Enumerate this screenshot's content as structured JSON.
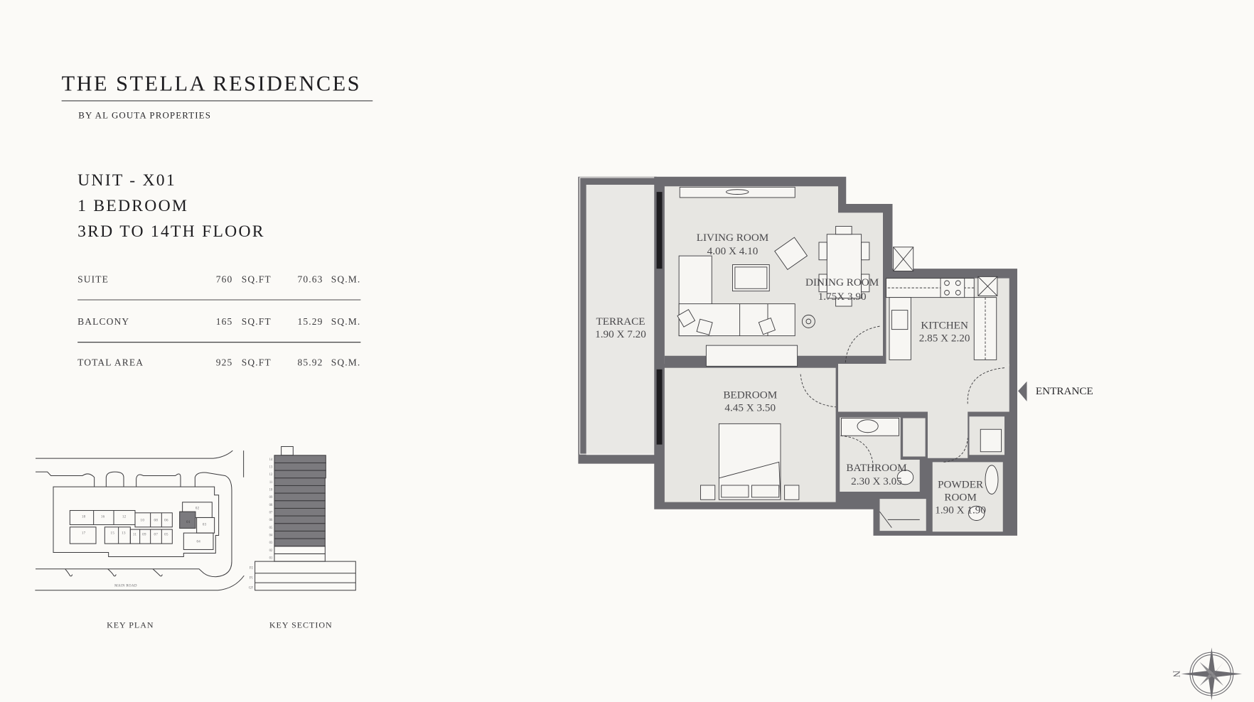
{
  "header": {
    "title": "THE STELLA RESIDENCES",
    "subtitle": "BY AL GOUTA PROPERTIES"
  },
  "unit": {
    "name": "UNIT - X01",
    "type": "1 BEDROOM",
    "floors": "3RD TO 14TH FLOOR"
  },
  "areas": [
    {
      "label": "SUITE",
      "sqft": "760",
      "sqft_unit": "SQ.FT",
      "sqm": "70.63",
      "sqm_unit": "SQ.M."
    },
    {
      "label": "BALCONY",
      "sqft": "165",
      "sqft_unit": "SQ.FT",
      "sqm": "15.29",
      "sqm_unit": "SQ.M."
    },
    {
      "label": "TOTAL AREA",
      "sqft": "925",
      "sqft_unit": "SQ.FT",
      "sqm": "85.92",
      "sqm_unit": "SQ.M."
    }
  ],
  "rooms": {
    "living": {
      "name": "LIVING ROOM",
      "size": "4.00 X 4.10"
    },
    "dining": {
      "name": "DINING ROOM",
      "size": "1.75X 3.90"
    },
    "terrace": {
      "name": "TERRACE",
      "size": "1.90 X 7.20"
    },
    "kitchen": {
      "name": "KITCHEN",
      "size": "2.85 X 2.20"
    },
    "bedroom": {
      "name": "BEDROOM",
      "size": "4.45 X 3.50"
    },
    "bathroom": {
      "name": "BATHROOM",
      "size": "2.30 X 3.05"
    },
    "powder": {
      "name1": "POWDER",
      "name2": "ROOM",
      "size": "1.90 X 1.90"
    }
  },
  "entrance_label": "ENTRANCE",
  "key_plan": {
    "caption": "KEY PLAN",
    "road_label": "MAIN ROAD",
    "units": [
      "18",
      "16",
      "12",
      "10",
      "08",
      "06",
      "01",
      "02",
      "03",
      "04",
      "17",
      "15",
      "13",
      "11",
      "09",
      "07",
      "05"
    ],
    "highlighted_unit": "01"
  },
  "key_section": {
    "caption": "KEY SECTION",
    "floors": [
      {
        "label": "14",
        "highlighted": true
      },
      {
        "label": "13",
        "highlighted": true
      },
      {
        "label": "12",
        "highlighted": true
      },
      {
        "label": "11",
        "highlighted": true
      },
      {
        "label": "10",
        "highlighted": true
      },
      {
        "label": "09",
        "highlighted": true
      },
      {
        "label": "08",
        "highlighted": true
      },
      {
        "label": "07",
        "highlighted": true
      },
      {
        "label": "06",
        "highlighted": true
      },
      {
        "label": "05",
        "highlighted": true
      },
      {
        "label": "04",
        "highlighted": true
      },
      {
        "label": "03",
        "highlighted": true
      },
      {
        "label": "02",
        "highlighted": false
      },
      {
        "label": "01",
        "highlighted": false
      }
    ],
    "podium": [
      "P2",
      "P1",
      "GF"
    ]
  },
  "compass": {
    "north_label": "N"
  },
  "colors": {
    "wall": "#6c6b70",
    "room": "#e7e6e2",
    "background": "#fbfaf7",
    "highlight": "#7b7a7e"
  }
}
